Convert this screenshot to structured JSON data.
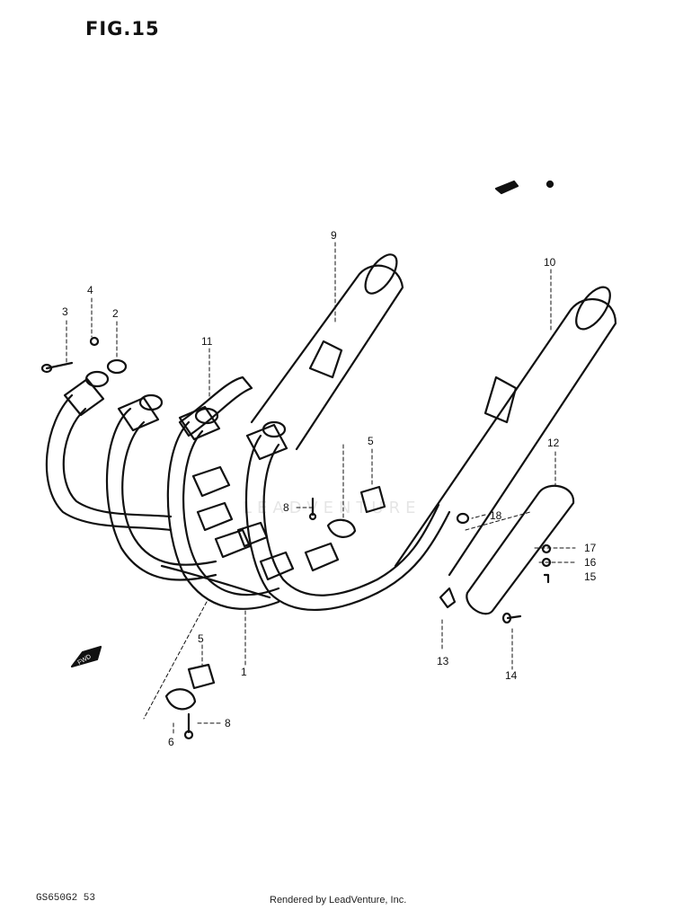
{
  "figure": {
    "title": "FIG.15"
  },
  "callouts": {
    "c1": "1",
    "c2": "2",
    "c3": "3",
    "c4": "4",
    "c5a": "5",
    "c5b": "5",
    "c6": "6",
    "c8a": "8",
    "c8b": "8",
    "c9": "9",
    "c10": "10",
    "c11": "11",
    "c12": "12",
    "c13": "13",
    "c14": "14",
    "c15": "15",
    "c16": "16",
    "c17": "17",
    "c18": "18"
  },
  "fwd_label": "FWD",
  "watermark": "LEADVENTURE",
  "footer": {
    "code": "GS650G2 53",
    "credit": "Rendered by LeadVenture, Inc."
  }
}
